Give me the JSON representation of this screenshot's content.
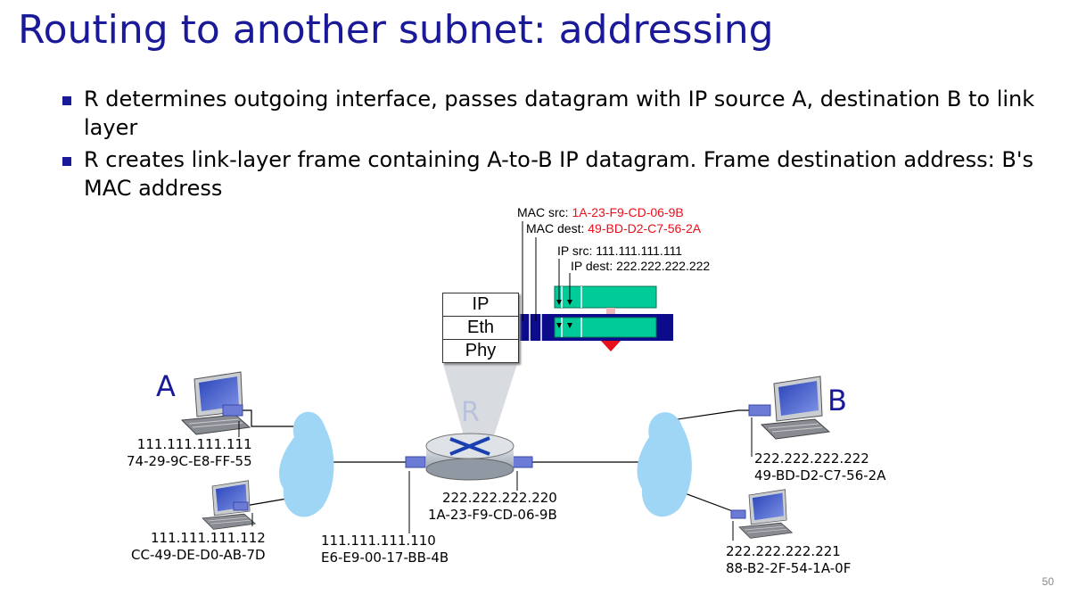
{
  "title": "Routing to another subnet: addressing",
  "bullets": [
    "R determines outgoing interface, passes datagram with IP source A, destination B to link layer",
    "R creates link-layer frame containing A-to-B IP datagram. Frame destination address: B's MAC address"
  ],
  "frame": {
    "mac_src_label": "MAC src: ",
    "mac_src": "1A-23-F9-CD-06-9B",
    "mac_dest_label": "MAC dest: ",
    "mac_dest": "49-BD-D2-C7-56-2A",
    "ip_src": "IP src: 111.111.111.111",
    "ip_dest": "IP dest: 222.222.222.222"
  },
  "stack": [
    "IP",
    "Eth",
    "Phy"
  ],
  "nodes": {
    "a_label": "A",
    "b_label": "B",
    "r_label": "R",
    "a_ip": "111.111.111.111",
    "a_mac": "74-29-9C-E8-FF-55",
    "a2_ip": "111.111.111.112",
    "a2_mac": "CC-49-DE-D0-AB-7D",
    "r_left_ip": "111.111.111.110",
    "r_left_mac": "E6-E9-00-17-BB-4B",
    "r_right_ip": "222.222.222.220",
    "r_right_mac": "1A-23-F9-CD-06-9B",
    "b_ip": "222.222.222.222",
    "b_mac": "49-BD-D2-C7-56-2A",
    "b2_ip": "222.222.222.221",
    "b2_mac": "88-B2-2F-54-1A-0F"
  },
  "colors": {
    "title": "#1a1a99",
    "highlight": "#e8101a",
    "frame": "#0b0b8c",
    "datagram": "#00cc99",
    "cloud": "#9fd6f5"
  },
  "page_number": "50"
}
